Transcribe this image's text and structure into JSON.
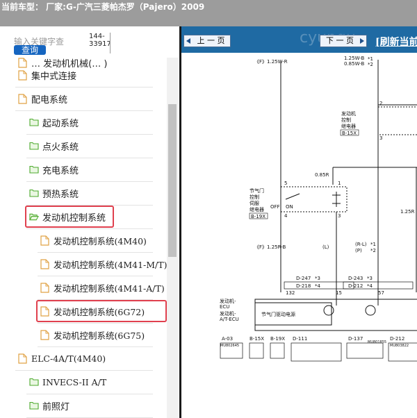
{
  "topbar": {
    "text": "当前车型：  厂家:G-广汽三菱帕杰罗（Pajero）2009"
  },
  "search": {
    "placeholder": "输入关键字查",
    "button_label": "查询",
    "count_line1": "144-",
    "count_line2": "33917"
  },
  "tree": {
    "items": [
      {
        "label": "… 发动机机械(… )",
        "level": 1,
        "icon": "file-icon"
      },
      {
        "label": "集中式连接",
        "level": 1,
        "icon": "file-icon"
      },
      {
        "label": "配电系统",
        "level": 1,
        "icon": "file-icon"
      },
      {
        "label": "起动系统",
        "level": 2,
        "icon": "folder-icon"
      },
      {
        "label": "点火系统",
        "level": 2,
        "icon": "folder-icon"
      },
      {
        "label": "充电系统",
        "level": 2,
        "icon": "folder-icon"
      },
      {
        "label": "预热系统",
        "level": 2,
        "icon": "folder-icon"
      },
      {
        "label": "发动机控制系统",
        "level": 2,
        "icon": "folder-open-icon",
        "highlighted": true
      },
      {
        "label": "发动机控制系统(4M40)",
        "level": 3,
        "icon": "file-icon"
      },
      {
        "label": "发动机控制系统(4M41-M/T)",
        "level": 3,
        "icon": "file-icon"
      },
      {
        "label": "发动机控制系统(4M41-A/T)",
        "level": 3,
        "icon": "file-icon"
      },
      {
        "label": "发动机控制系统(6G72)",
        "level": 3,
        "icon": "file-icon",
        "highlighted": true
      },
      {
        "label": "发动机控制系统(6G75)",
        "level": 3,
        "icon": "file-icon"
      },
      {
        "label": "ELC-4A/T(4M40)",
        "level": 1,
        "icon": "file-icon"
      },
      {
        "label": "INVECS-II A/T",
        "level": 2,
        "icon": "folder-icon"
      },
      {
        "label": "前照灯",
        "level": 2,
        "icon": "folder-icon"
      }
    ]
  },
  "viewer": {
    "prev_label": "上 一 页",
    "next_label": "下 一 页",
    "refresh_label": "[刷新当前",
    "watermark": "cyunqu"
  },
  "diagram": {
    "labels": {
      "f15wr": "《F》1.25W-R",
      "w125b": "1.25W-B",
      "bw085": "0.85W-B",
      "star1": "*1",
      "star2": "*2",
      "ecu_relay1": "发动机",
      "ecu_relay2": "控制",
      "ecu_relay3": "继电器",
      "b15x": "B-15X",
      "pin2": "2",
      "pin3": "3",
      "pin1": "1",
      "pin4": "4",
      "pin5": "5",
      "r085": "0.85R",
      "thr1": "节气门",
      "thr2": "控制",
      "thr3": "伺服",
      "thr4": "继电器",
      "b19x": "B-19X",
      "off": "OFF",
      "on": "ON",
      "r125": "1.25R",
      "rl": "(R-L)",
      "p": "(P)",
      "f125rb": "《F》1.25R-B",
      "l": "(L)",
      "d247": "D-247",
      "d218": "D-218",
      "d243": "D-243",
      "d212": "D-212",
      "n132": "132",
      "n15": "15",
      "n57": "57",
      "star3": "*3",
      "star4": "*4",
      "ecu_a": "发动机-",
      "ecu_b": "ECU",
      "ecu_c": "发动机-",
      "ecu_d": "A/T-ECU",
      "box_text": "节气门驱动电源",
      "a03": "A-03",
      "b15x_c": "B-15X",
      "b19x_c": "B-19X",
      "d111": "D-111",
      "d137": "D-137",
      "d212_c": "D-212",
      "mu": "MU802645",
      "mu2": "MU801855",
      "mu3": "MU803822"
    }
  }
}
